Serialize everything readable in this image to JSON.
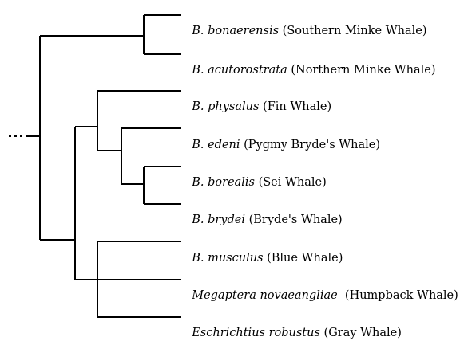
{
  "tree": {
    "leaves": [
      {
        "id": "bonaerensis",
        "scientific": "B. bonaerensis",
        "common": " (Southern Minke Whale)"
      },
      {
        "id": "acutorostrata",
        "scientific": "B. acutorostrata",
        "common": " (Northern Minke Whale)"
      },
      {
        "id": "physalus",
        "scientific": "B. physalus",
        "common": " (Fin Whale)"
      },
      {
        "id": "edeni",
        "scientific": "B. edeni",
        "common": " (Pygmy Bryde's Whale)"
      },
      {
        "id": "borealis",
        "scientific": "B. borealis",
        "common": " (Sei Whale)"
      },
      {
        "id": "brydei",
        "scientific": "B. brydei",
        "common": " (Bryde's Whale)"
      },
      {
        "id": "musculus",
        "scientific": "B. musculus",
        "common": " (Blue Whale)"
      },
      {
        "id": "novaeangliae",
        "scientific": "Megaptera novaeangliae",
        "common": "  (Humpback Whale)"
      },
      {
        "id": "robustus",
        "scientific": "Eschrichtius robustus",
        "common": " (Gray Whale)"
      }
    ]
  }
}
